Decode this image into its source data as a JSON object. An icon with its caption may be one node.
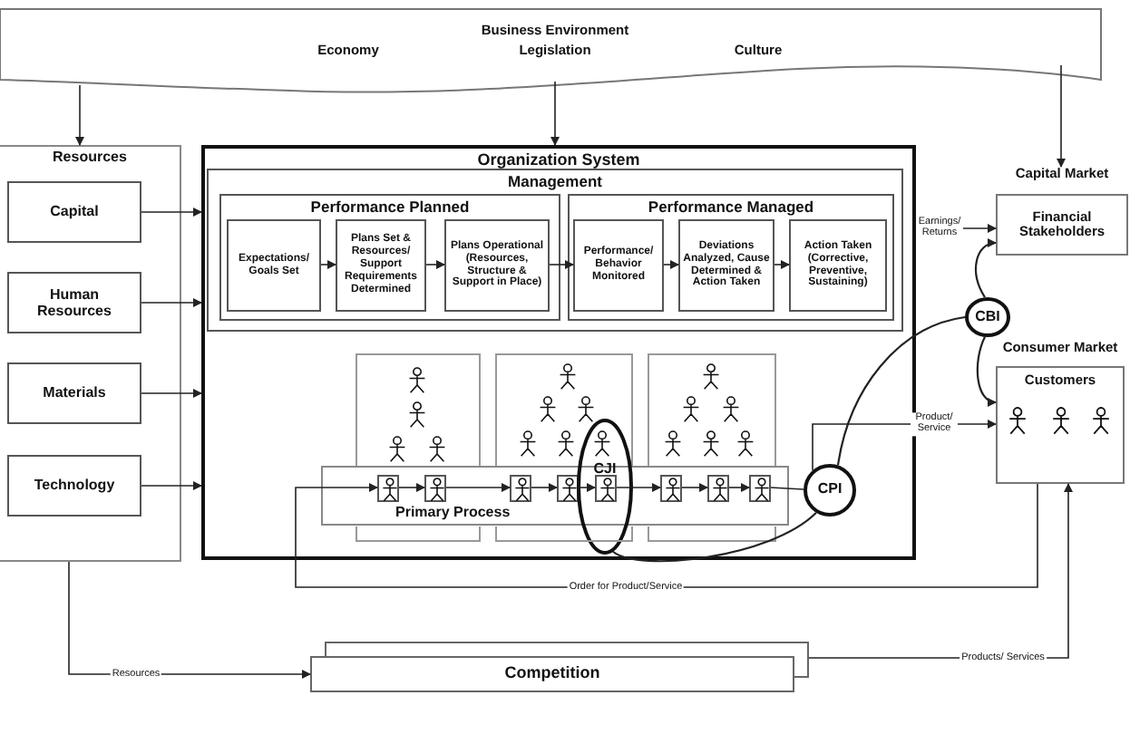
{
  "diagram": {
    "nodes": [
      {
        "text": [
          "Business Environment",
          "Economy",
          "Legislation",
          "Culture"
        ]
      },
      {
        "text": [
          "Resources"
        ]
      },
      {
        "text": [
          "Capital"
        ],
        "in": 1
      },
      {
        "text": [
          "Human Resources"
        ],
        "in": 1
      },
      {
        "text": [
          "Materials"
        ],
        "in": 1
      },
      {
        "text": [
          "Technology"
        ],
        "in": 1
      },
      {
        "text": [
          "Organization System"
        ]
      },
      {
        "text": [
          "Management"
        ],
        "in": 6
      },
      {
        "text": [
          "Performance Planned"
        ],
        "in": 7
      },
      {
        "text": [
          "Expectations/ Goals Set"
        ],
        "in": 8
      },
      {
        "text": [
          "Plans Set & Resources/ Support Requirements Determined"
        ],
        "in": 8
      },
      {
        "text": [
          "Plans Operational (Resources, Structure & Support in Place)"
        ],
        "in": 8
      },
      {
        "text": [
          "Performance Managed"
        ],
        "in": 7
      },
      {
        "text": [
          "Performance/ Behavior Monitored"
        ],
        "in": 12
      },
      {
        "text": [
          "Deviations Analyzed, Cause Determined & Action Taken"
        ],
        "in": 12
      },
      {
        "text": [
          "Action Taken (Corrective, Preventive, Sustaining)"
        ],
        "in": 12
      },
      {
        "text": [],
        "shape": "box",
        "in": 6
      },
      {
        "text": [],
        "shape": "box",
        "in": 6
      },
      {
        "text": [],
        "shape": "box",
        "in": 6
      },
      {
        "text": [
          "Primary Process"
        ],
        "in": 6
      },
      {
        "text": [],
        "shape": "person",
        "in": 19
      },
      {
        "text": [],
        "shape": "person",
        "in": 19
      },
      {
        "text": [],
        "shape": "person",
        "in": 19
      },
      {
        "text": [],
        "shape": "person",
        "in": 19
      },
      {
        "text": [],
        "shape": "person"
      },
      {
        "text": [],
        "shape": "person",
        "in": 19
      },
      {
        "text": [],
        "shape": "person",
        "in": 19
      },
      {
        "text": [],
        "shape": "person",
        "in": 19
      },
      {
        "text": [
          "CJI"
        ],
        "in": 6
      },
      {
        "text": [
          "CPI"
        ],
        "in": 6
      },
      {
        "text": [
          "Capital Market",
          "Financial Stakeholders"
        ]
      },
      {
        "text": [
          "CBI"
        ]
      },
      {
        "text": [
          "Consumer Market",
          "Customers"
        ]
      },
      {
        "text": [
          "Competition"
        ]
      }
    ],
    "edges": [
      {
        "from": 0,
        "to": 1,
        "arrow": "to"
      },
      {
        "from": 0,
        "to": 6,
        "arrow": "to"
      },
      {
        "from": 0,
        "to": 30,
        "arrow": "to"
      },
      {
        "from": 2,
        "to": 6,
        "arrow": "to"
      },
      {
        "from": 3,
        "to": 6,
        "arrow": "to"
      },
      {
        "from": 4,
        "to": 6,
        "arrow": "to"
      },
      {
        "from": 5,
        "to": 6,
        "arrow": "to"
      },
      {
        "from": 9,
        "to": 10,
        "arrow": "to"
      },
      {
        "from": 10,
        "to": 11,
        "arrow": "to"
      },
      {
        "from": 11,
        "to": 13,
        "arrow": "to"
      },
      {
        "from": 13,
        "to": 14,
        "arrow": "to"
      },
      {
        "from": 14,
        "to": 15,
        "arrow": "to"
      },
      {
        "from": 6,
        "to": 30,
        "arrow": "to",
        "label": "Earnings/ Returns"
      },
      {
        "from": 32,
        "to": 20,
        "arrow": "to",
        "label": "Order for Product/Service"
      },
      {
        "from": 20,
        "to": 21,
        "arrow": "to"
      },
      {
        "from": 21,
        "to": 22,
        "arrow": "to"
      },
      {
        "from": 22,
        "to": 23,
        "arrow": "to"
      },
      {
        "from": 23,
        "to": 24,
        "arrow": "to"
      },
      {
        "from": 24,
        "to": 25,
        "arrow": "to"
      },
      {
        "from": 25,
        "to": 26,
        "arrow": "to"
      },
      {
        "from": 26,
        "to": 27,
        "arrow": "to"
      },
      {
        "from": 27,
        "to": 29,
        "arrow": "none"
      },
      {
        "from": 29,
        "to": 32,
        "arrow": "to",
        "label": "Product/ Service"
      },
      {
        "from": 28,
        "to": 29,
        "arrow": "none"
      },
      {
        "from": 29,
        "to": 31,
        "arrow": "none"
      },
      {
        "from": 31,
        "to": 30,
        "arrow": "to"
      },
      {
        "from": 31,
        "to": 32,
        "arrow": "to"
      },
      {
        "from": 1,
        "to": 33,
        "arrow": "to",
        "label": "Resources"
      },
      {
        "from": 33,
        "to": 32,
        "arrow": "to",
        "label": "Products/ Services"
      }
    ]
  }
}
